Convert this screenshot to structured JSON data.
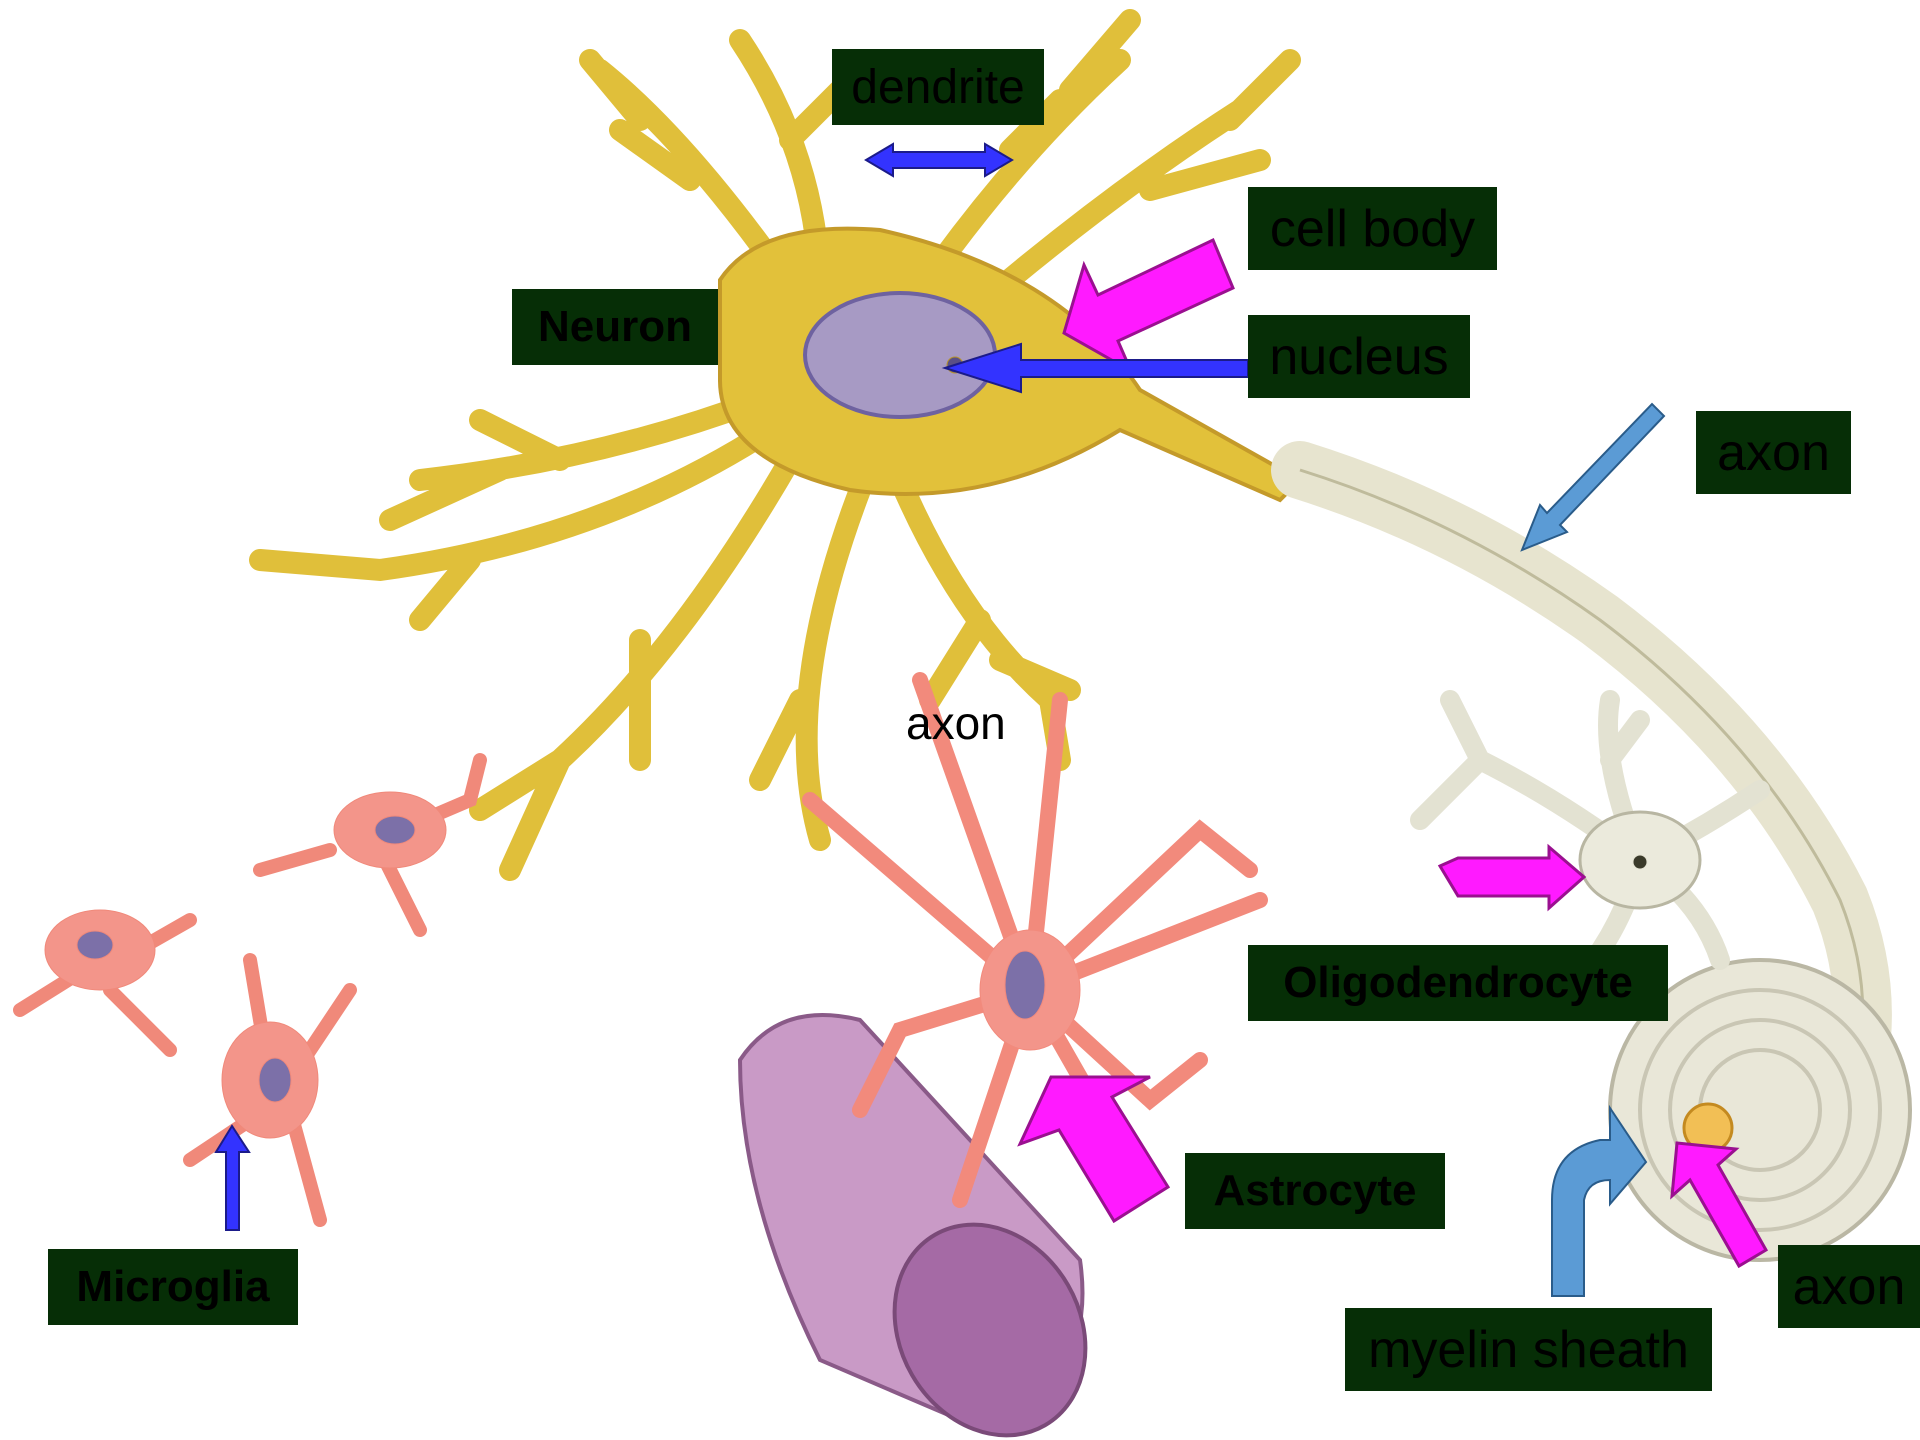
{
  "labels": {
    "dendrite": "dendrite",
    "cell_body": "cell body",
    "nucleus": "nucleus",
    "neuron": "Neuron",
    "axon_top": "axon",
    "axon_mid": "axon",
    "oligodendrocyte": "Oligodendrocyte",
    "astrocyte": "Astrocyte",
    "microglia": "Microglia",
    "myelin_sheath": "myelin sheath",
    "axon_bottom": "axon"
  },
  "colors": {
    "label_bg": "#062e06",
    "neuron": "#e2c13a",
    "glia": "#f08a7c",
    "oligodendrocyte": "#eeeddc",
    "vessel": "#c48cc0",
    "arrow_magenta": "#ff1aff",
    "arrow_blue": "#3333ff",
    "arrow_lightblue": "#5b9bd5"
  }
}
